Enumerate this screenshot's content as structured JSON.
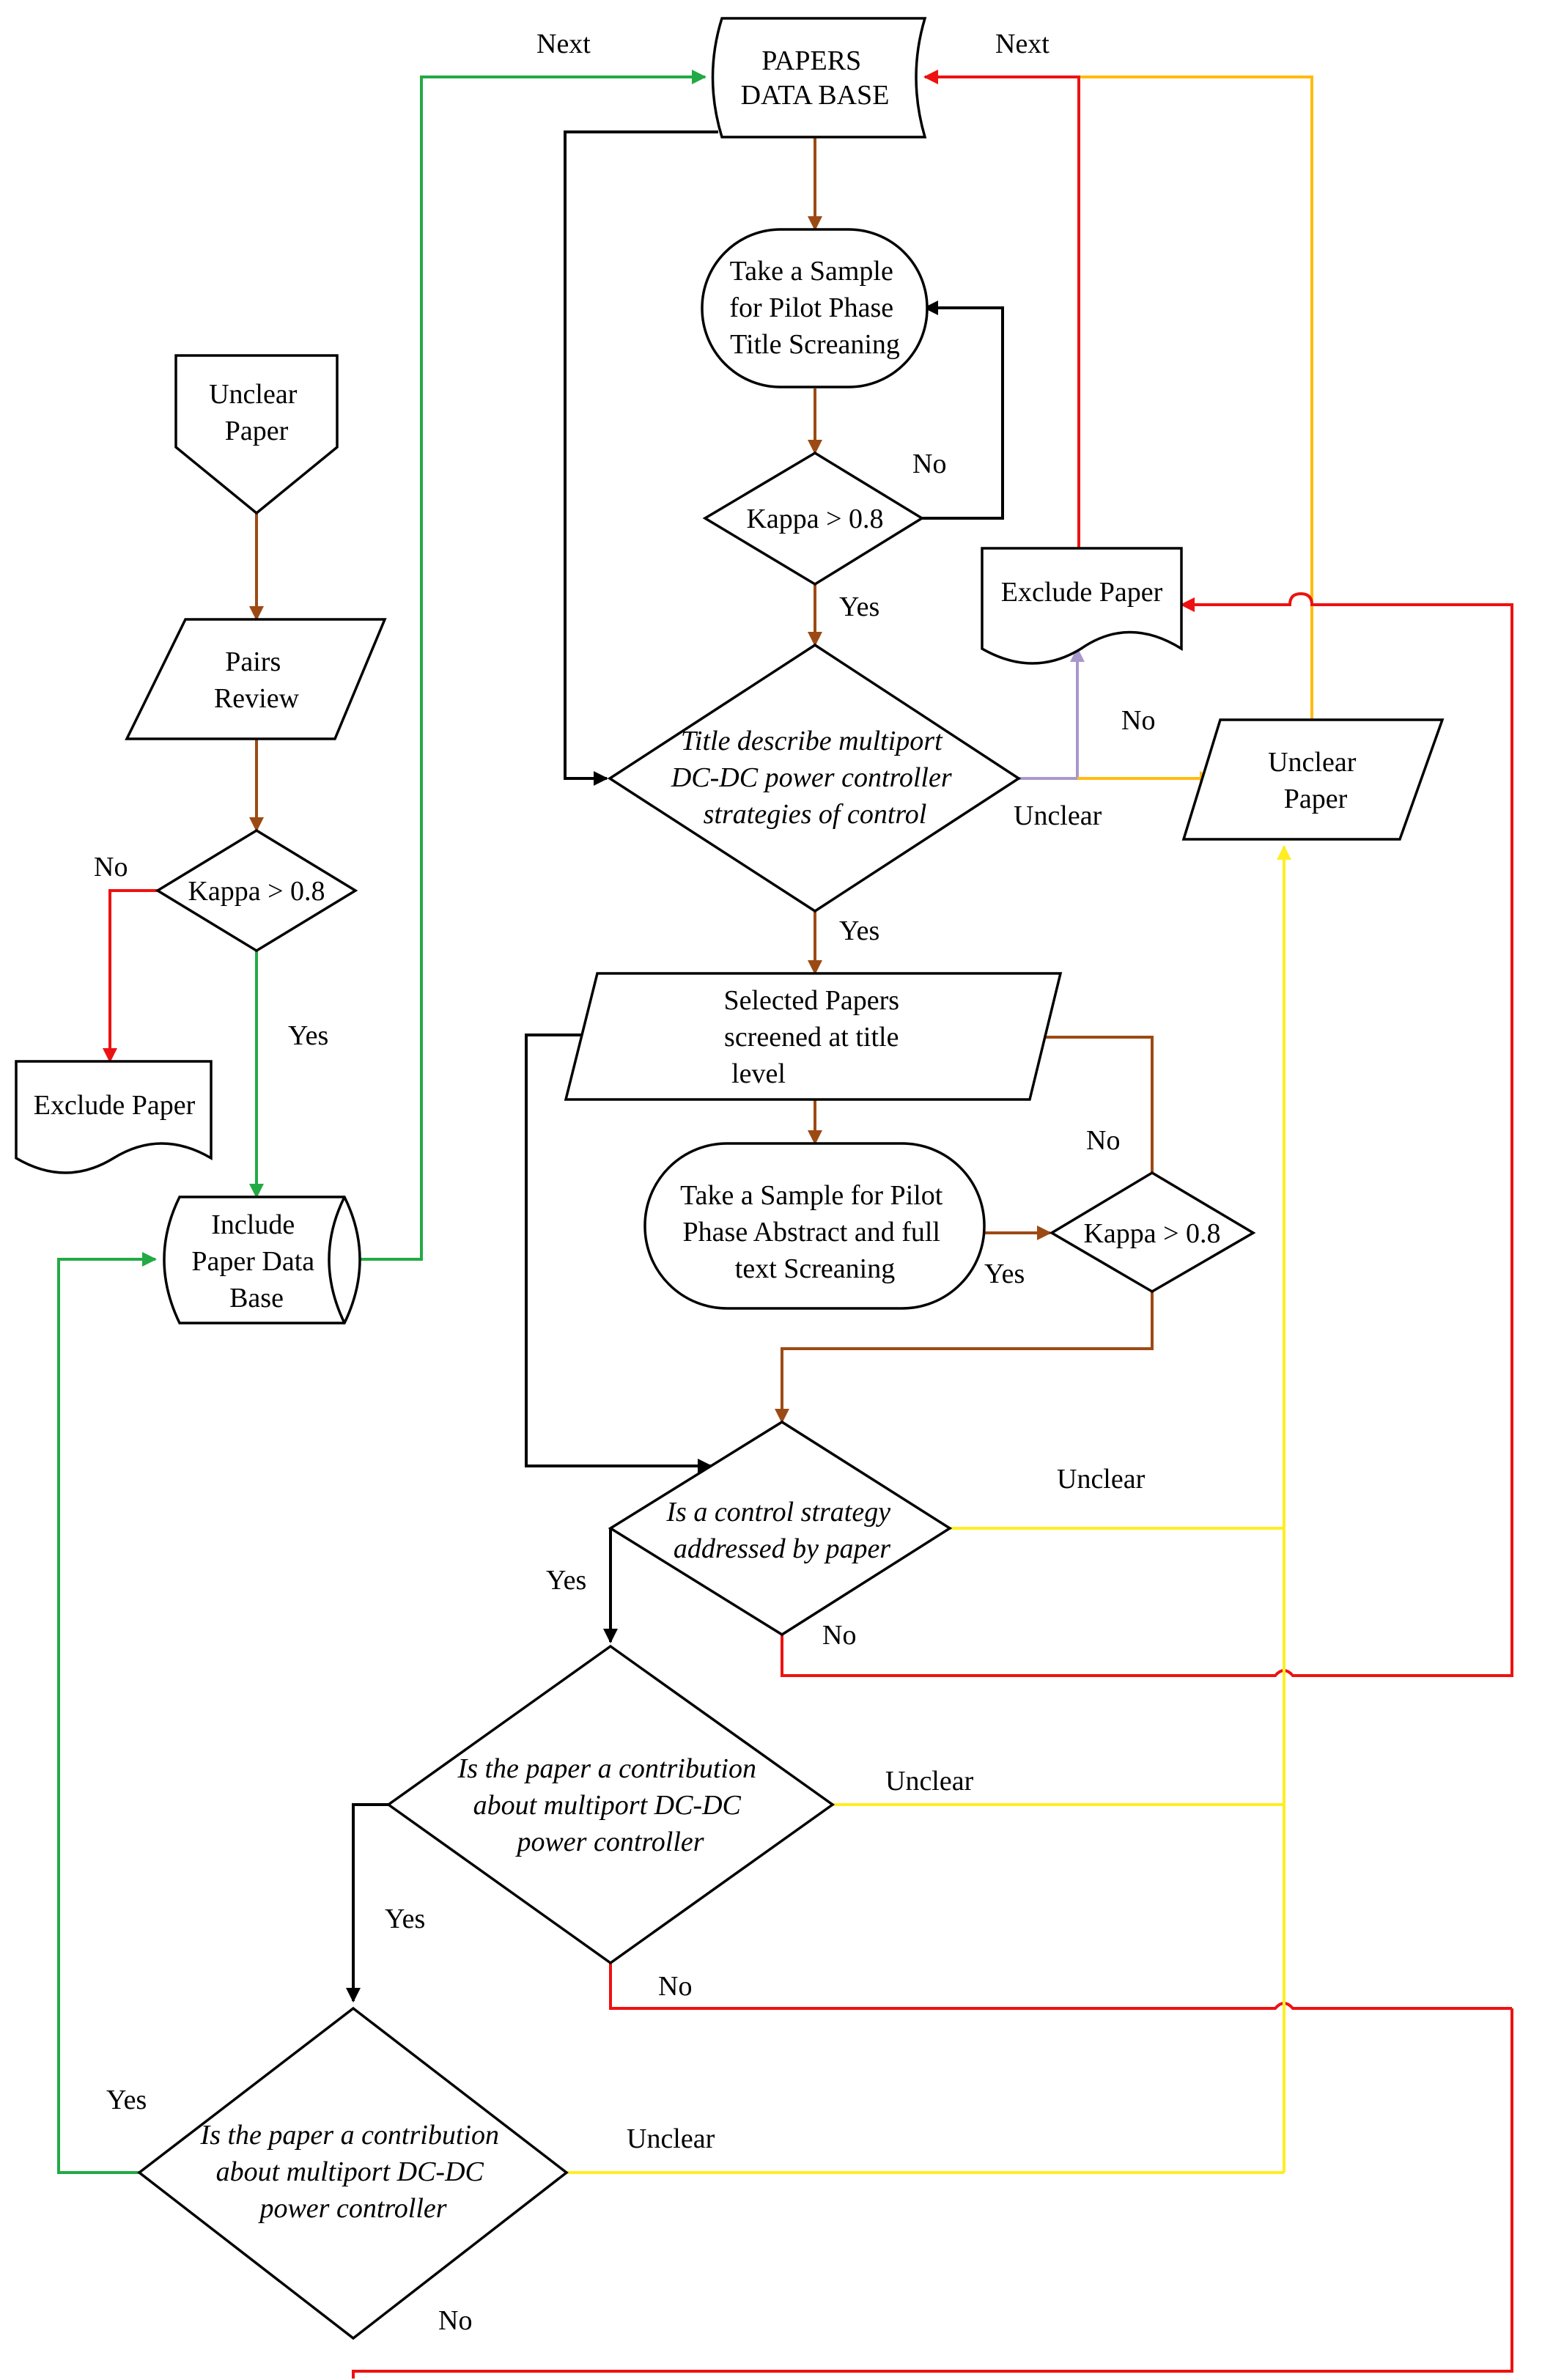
{
  "nodes": {
    "papers_db": [
      "PAPERS",
      "DATA BASE"
    ],
    "pilot_title": [
      "Take a Sample",
      "for Pilot Phase",
      "Title Screaning"
    ],
    "kappa_1": [
      "Kappa > 0.8"
    ],
    "title_decision": [
      "Title describe  multiport",
      "DC-DC power controller",
      "strategies of control"
    ],
    "exclude_right": [
      "Exclude Paper"
    ],
    "unclear_right": [
      "Unclear",
      "Paper"
    ],
    "selected_papers": [
      "Selected Papers",
      "screened at title",
      "level"
    ],
    "pilot_abstract": [
      "Take a Sample for Pilot",
      "Phase Abstract and full",
      "text Screaning"
    ],
    "kappa_2": [
      "Kappa > 0.8"
    ],
    "control_decision": [
      "Is a control strategy",
      "addressed by paper"
    ],
    "contribution_1": [
      "Is the paper a contribution",
      "about multiport DC-DC",
      "power controller"
    ],
    "contribution_2": [
      "Is the paper a contribution",
      "about multiport DC-DC",
      "power controller"
    ],
    "unclear_left": [
      "Unclear",
      "Paper"
    ],
    "pairs_review": [
      "Pairs",
      "Review"
    ],
    "kappa_3": [
      "Kappa > 0.8"
    ],
    "exclude_left": [
      "Exclude Paper"
    ],
    "include_db": [
      "Include",
      "Paper Data",
      "Base"
    ]
  },
  "labels": {
    "next_left": "Next",
    "next_right": "Next",
    "no_kappa_1": "No",
    "yes_kappa_1": "Yes",
    "no_title": "No",
    "unclear_title": "Unclear",
    "yes_title": "Yes",
    "no_kappa_2": "No",
    "yes_kappa_2": "Yes",
    "unclear_control": "Unclear",
    "yes_control": "Yes",
    "no_control": "No",
    "unclear_contrib_1": "Unclear",
    "yes_contrib_1": "Yes",
    "no_contrib_1": "No",
    "yes_contrib_2": "Yes",
    "unclear_contrib_2": "Unclear",
    "no_contrib_2": "No",
    "no_kappa_3": "No",
    "yes_kappa_3": "Yes"
  },
  "colors": {
    "flow": "#9c4a14",
    "exclude": "#ee1111",
    "unclear": "#ffee22",
    "next": "#ffbb11",
    "include": "#22aa44",
    "loop": "#000000",
    "review": "#a898cc"
  }
}
